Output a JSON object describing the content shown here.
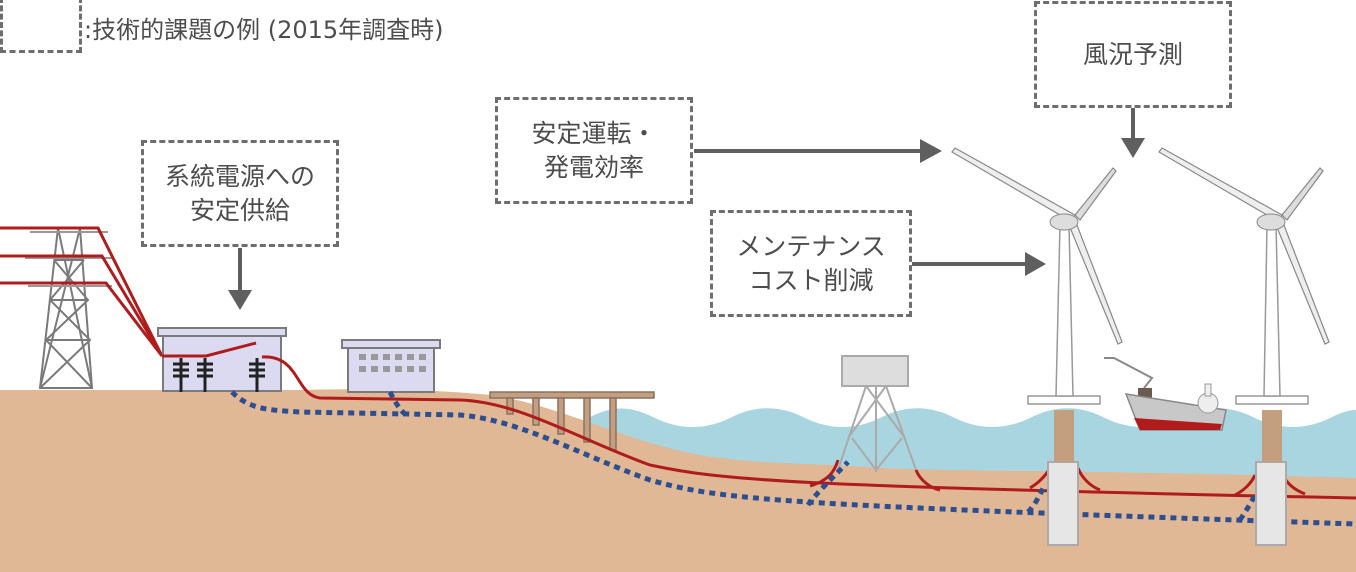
{
  "legend": {
    "text": ":技術的課題の例 (2015年調査時)"
  },
  "challenges": [
    {
      "id": "grid",
      "lines": [
        "系統電源への",
        "安定供給"
      ]
    },
    {
      "id": "safety",
      "lines": [
        "安定運転・",
        "発電効率"
      ]
    },
    {
      "id": "maintenance",
      "lines": [
        "メンテナンス",
        "コスト削減"
      ]
    },
    {
      "id": "wind",
      "lines": [
        "風況予測"
      ]
    }
  ],
  "colors": {
    "ground": "#e0b896",
    "sea": "#a8d5df",
    "power_cable": "#b01c1c",
    "comm_cable": "#2e4f8f",
    "arrow": "#5f5f5f",
    "building": "#dcdaf0",
    "structure": "#b0b0b0"
  },
  "icons": {
    "tower": "transmission-tower-icon",
    "substation": "substation-icon",
    "control": "control-building-icon",
    "pier": "pier-icon",
    "platform": "offshore-substation-icon",
    "turbine": "wind-turbine-icon",
    "vessel": "work-vessel-icon"
  }
}
